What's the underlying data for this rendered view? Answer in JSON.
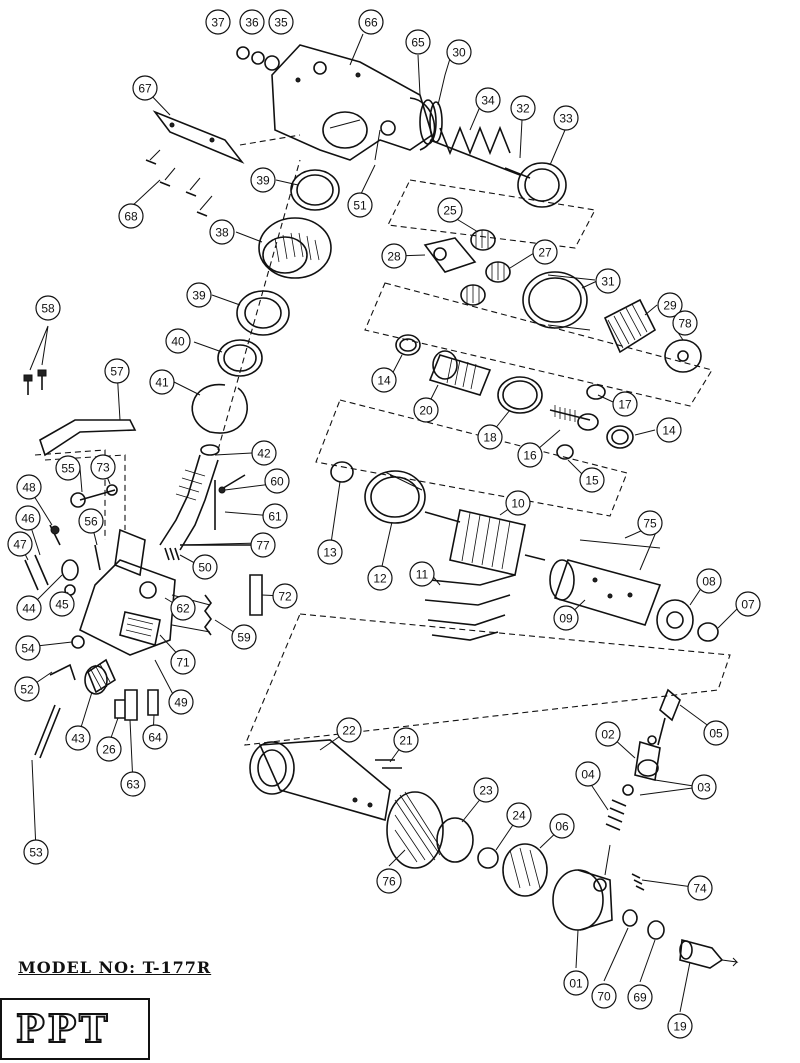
{
  "model_label": "MODEL NO: T-177R",
  "brand": "PPT",
  "callouts": [
    "01",
    "02",
    "03",
    "04",
    "05",
    "06",
    "07",
    "08",
    "09",
    "10",
    "11",
    "12",
    "13",
    "14",
    "15",
    "16",
    "17",
    "18",
    "19",
    "20",
    "21",
    "22",
    "23",
    "24",
    "25",
    "26",
    "27",
    "28",
    "29",
    "30",
    "31",
    "32",
    "33",
    "34",
    "35",
    "36",
    "37",
    "38",
    "39",
    "40",
    "41",
    "42",
    "43",
    "44",
    "45",
    "46",
    "47",
    "48",
    "49",
    "50",
    "51",
    "52",
    "53",
    "54",
    "55",
    "56",
    "57",
    "58",
    "59",
    "60",
    "61",
    "62",
    "63",
    "64",
    "65",
    "66",
    "67",
    "68",
    "69",
    "70",
    "71",
    "72",
    "73",
    "74",
    "75",
    "76",
    "77",
    "78"
  ]
}
